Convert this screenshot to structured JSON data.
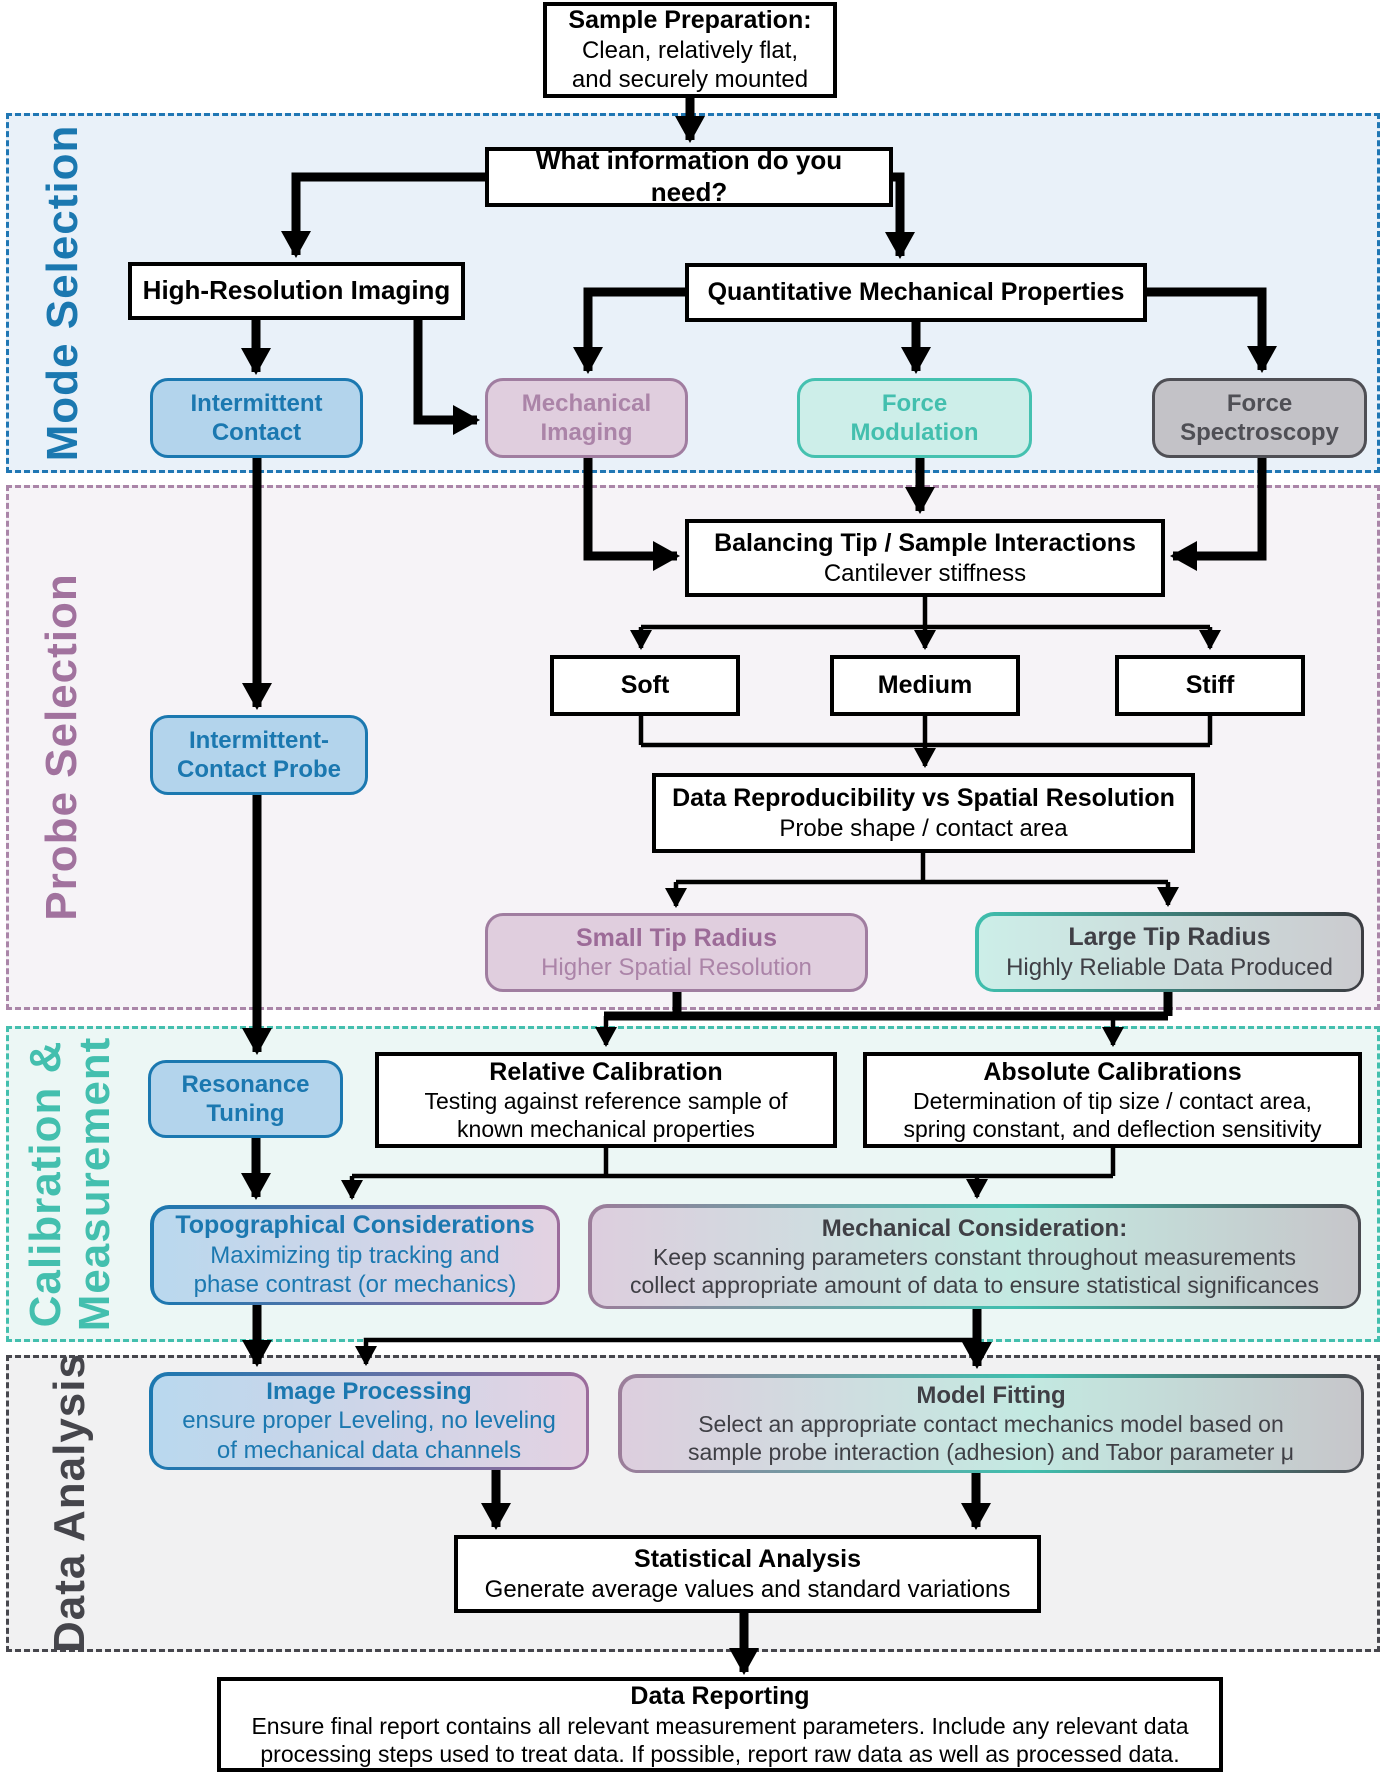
{
  "sections": {
    "mode": {
      "label": "Mode Selection"
    },
    "probe": {
      "label": "Probe Selection"
    },
    "calibration": {
      "label": "Calibration &\nMeasurement"
    },
    "analysis": {
      "label": "Data Analysis"
    }
  },
  "nodes": {
    "sample_prep": {
      "title": "Sample Preparation:",
      "body": "Clean, relatively flat,\nand securely mounted"
    },
    "what_info": {
      "title": "What information do you need?"
    },
    "high_res": {
      "title": "High-Resolution Imaging"
    },
    "quant_mech": {
      "title": "Quantitative Mechanical Properties"
    },
    "intermittent_contact": {
      "title": "Intermittent\nContact"
    },
    "mechanical_imaging": {
      "title": "Mechanical\nImaging"
    },
    "force_modulation": {
      "title": "Force\nModulation"
    },
    "force_spectroscopy": {
      "title": "Force\nSpectroscopy"
    },
    "balancing": {
      "title": "Balancing Tip / Sample Interactions",
      "body": "Cantilever stiffness"
    },
    "soft": {
      "title": "Soft"
    },
    "medium": {
      "title": "Medium"
    },
    "stiff": {
      "title": "Stiff"
    },
    "data_repro": {
      "title": "Data Reproducibility vs Spatial Resolution",
      "body": "Probe shape / contact area"
    },
    "small_tip": {
      "title": "Small Tip Radius",
      "body": "Higher Spatial Resolution"
    },
    "large_tip": {
      "title": "Large Tip Radius",
      "body": "Highly Reliable Data Produced"
    },
    "intermittent_probe": {
      "title": "Intermittent-\nContact Probe"
    },
    "resonance": {
      "title": "Resonance\nTuning"
    },
    "relative_cal": {
      "title": "Relative Calibration",
      "body": "Testing against reference sample of\nknown mechanical properties"
    },
    "absolute_cal": {
      "title": "Absolute Calibrations",
      "body": "Determination of tip size / contact area,\nspring constant, and deflection sensitivity"
    },
    "topographical": {
      "title": "Topographical Considerations",
      "body": "Maximizing tip tracking and\nphase contrast (or mechanics)"
    },
    "mechanical_consideration": {
      "title": "Mechanical Consideration:",
      "body": "Keep scanning parameters constant throughout measurements\ncollect appropriate amount of data to ensure statistical significances"
    },
    "image_processing": {
      "title": "Image Processing",
      "body": "ensure proper Leveling, no leveling\nof mechanical data channels"
    },
    "model_fitting": {
      "title": "Model Fitting",
      "body": "Select an appropriate contact mechanics model based on\nsample probe interaction (adhesion) and Tabor parameter μ"
    },
    "statistical": {
      "title": "Statistical Analysis",
      "body": "Generate average values and standard variations"
    },
    "data_reporting": {
      "title": "Data Reporting",
      "body": "Ensure final report contains all relevant measurement parameters. Include any relevant data\nprocessing steps used to treat data. If possible, report raw data as well as processed data."
    }
  },
  "colors": {
    "blue": "#1b78b0",
    "mauve": "#a1729e",
    "teal": "#43bfae",
    "gray": "#55555c",
    "dark": "#45454b",
    "black": "#000000"
  }
}
